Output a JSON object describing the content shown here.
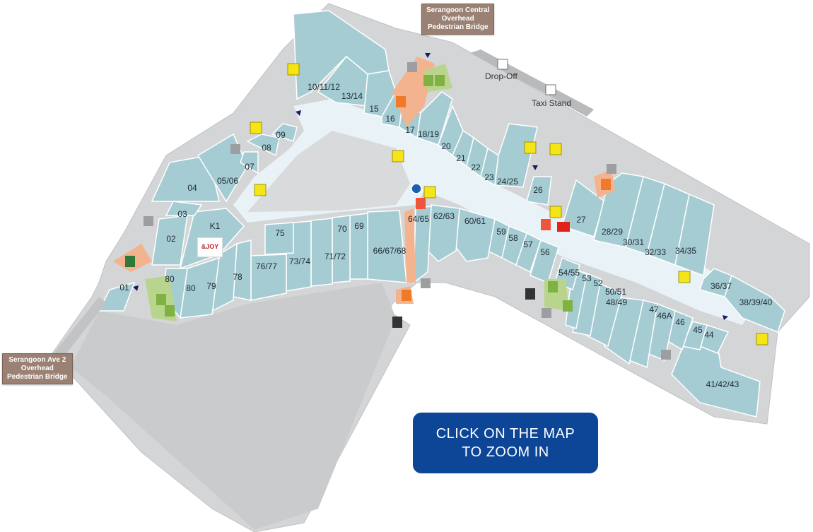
{
  "map": {
    "bridges": {
      "north": [
        "Serangoon Central",
        "Overhead",
        "Pedestrian Bridge"
      ],
      "southwest": [
        "Serangoon Ave 2",
        "Overhead",
        "Pedestrian Bridge"
      ]
    },
    "labels": {
      "drop_off": "Drop-Off",
      "taxi_stand": "Taxi Stand"
    },
    "units": [
      "01",
      "02",
      "03",
      "04",
      "05/06",
      "07",
      "08",
      "09",
      "10/11/12",
      "13/14",
      "15",
      "16",
      "17",
      "18/19",
      "20",
      "21",
      "22",
      "23",
      "24/25",
      "26",
      "27",
      "28/29",
      "30/31",
      "32/33",
      "34/35",
      "36/37",
      "38/39/40",
      "41/42/43",
      "44",
      "45",
      "46",
      "46A",
      "47",
      "48/49",
      "50/51",
      "52",
      "53",
      "54/55",
      "56",
      "57",
      "58",
      "59",
      "60/61",
      "62/63",
      "64/65",
      "66/67/68",
      "69",
      "70",
      "71/72",
      "73/74",
      "75",
      "76/77",
      "78",
      "79",
      "80",
      "80",
      "K1"
    ],
    "brand_logo": "&JOY",
    "icons": {
      "escalator": "escalator-icon",
      "lift": "lift-icon",
      "toilet": "toilet-icon",
      "accessible": "accessible-icon",
      "atm": "atm-icon",
      "taxi": "taxi-icon",
      "car": "car-icon",
      "entrance": "entrance-arrow-icon",
      "exit": "exit-icon"
    },
    "colors": {
      "unit": "#a6ccd3",
      "corridor": "#e8f2f7",
      "building": "#d4d5d7",
      "outline": "#bfc2c5",
      "service": "#f3b38f",
      "toilet_area": "#b9d58d",
      "escalator": "#f5e516",
      "atm": "#f0553c",
      "button": "#0d4597",
      "callout": "#9a8173"
    }
  },
  "cta": {
    "line1": "CLICK ON THE MAP",
    "line2": "TO ZOOM IN"
  }
}
